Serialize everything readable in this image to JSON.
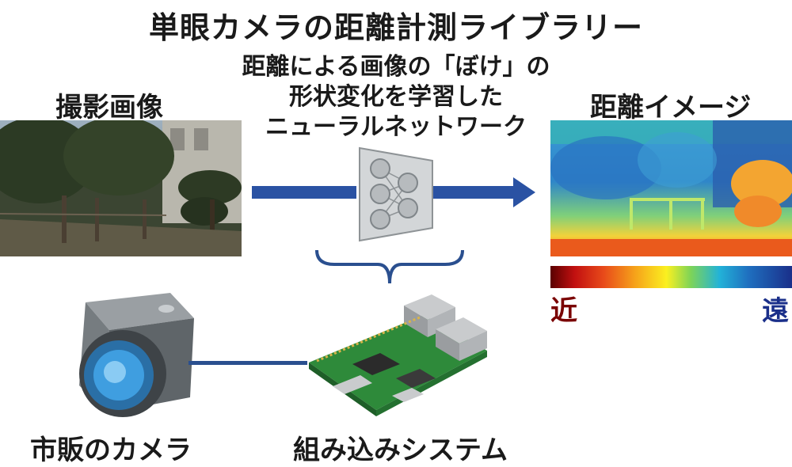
{
  "title": "単眼カメラの距離計測ライブラリー",
  "labels": {
    "photo": "撮影画像",
    "network": [
      "距離による画像の「ぼけ」の",
      "形状変化を学習した",
      "ニューラルネットワーク"
    ],
    "depth": "距離イメージ",
    "near": "近",
    "far": "遠",
    "camera": "市販のカメラ",
    "board": "組み込みシステム"
  },
  "colors": {
    "arrow": "#2a52a3",
    "connector": "#2a4f8f",
    "near": "#7a0000",
    "far": "#1a2f8a"
  },
  "icons": [
    "neural-network-icon",
    "camera-icon",
    "circuit-board-icon"
  ]
}
